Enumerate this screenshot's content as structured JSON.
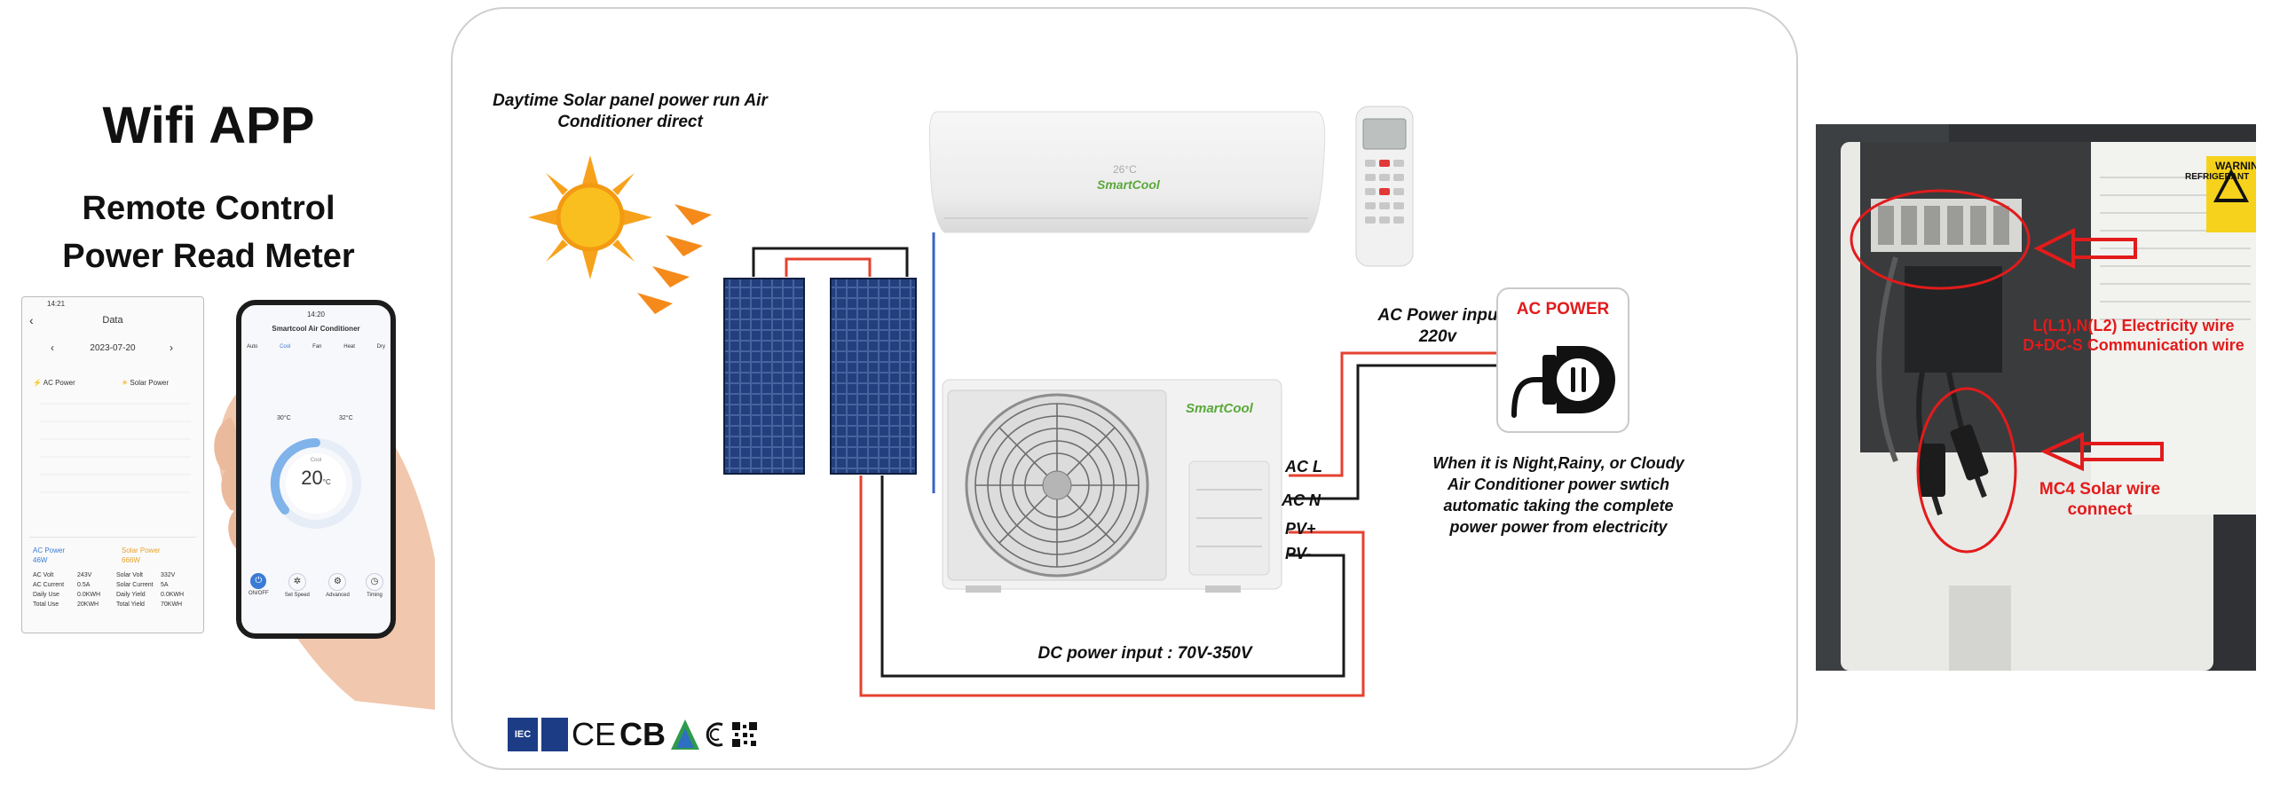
{
  "left": {
    "title": "Wifi APP",
    "subtitle_line1": "Remote Control",
    "subtitle_line2": "Power Read Meter",
    "phone1": {
      "time": "14:21",
      "header": "Data",
      "date": "2023-07-20",
      "legend_ac": "AC Power",
      "legend_solar": "Solar Power",
      "ac_power_label": "AC Power",
      "ac_power_value": "46W",
      "solar_power_label": "Solar Power",
      "solar_power_value": "666W",
      "rows": [
        {
          "k1": "AC Volt",
          "v1": "243V",
          "k2": "Solar Volt",
          "v2": "332V"
        },
        {
          "k1": "AC Current",
          "v1": "0.5A",
          "k2": "Solar Current",
          "v2": "5A"
        },
        {
          "k1": "Daily Use",
          "v1": "0.0KWH",
          "k2": "Daily Yield",
          "v2": "0.0KWH"
        },
        {
          "k1": "Total Use",
          "v1": "20KWH",
          "k2": "Total Yield",
          "v2": "70KWH"
        }
      ]
    },
    "phone2": {
      "time": "14:20",
      "header": "Smartcool Air Conditioner",
      "modes": [
        "Auto",
        "Cool",
        "Fan",
        "Heat",
        "Dry"
      ],
      "indoor_temp": "30°C",
      "outdoor_temp": "32°C",
      "set_temp": "20",
      "unit": "°C",
      "dial_label": "Cool",
      "buttons": [
        "ON/OFF",
        "Set Speed",
        "Advanced",
        "Timing"
      ]
    }
  },
  "diagram": {
    "solar_caption_line1": "Daytime Solar panel power run Air",
    "solar_caption_line2": "Conditioner direct",
    "indoor_temp_display": "26°C",
    "brand": "SmartCool",
    "ac_input_line1": "AC Power inpu",
    "ac_input_line2": "220v",
    "ac_power_badge": "AC POWER",
    "terminal_labels": [
      "AC L",
      "AC N",
      "PV+",
      "PV-"
    ],
    "night_line1": "When it is Night,Rainy, or Cloudy",
    "night_line2": "Air Conditioner power swtich",
    "night_line3": "automatic taking  the complete",
    "night_line4": "power power from electricity",
    "dc_input": "DC power input : 70V-350V",
    "cert_iec": "IEC",
    "cert_ce": "CE",
    "cert_cb": "CB",
    "wire_colors": {
      "red": "#e5412f",
      "black": "#1a1a1a",
      "blue": "#3a63c9"
    }
  },
  "photo": {
    "label_warning": "WARNING",
    "label_refrigerant": "REFRIGERANT",
    "note1_line1": "L(L1),N(L2) Electricity wire",
    "note1_line2": "D+DC-S Communication wire",
    "note2_line1": "MC4 Solar wire",
    "note2_line2": "connect",
    "annotation_color": "#e21b1b"
  }
}
